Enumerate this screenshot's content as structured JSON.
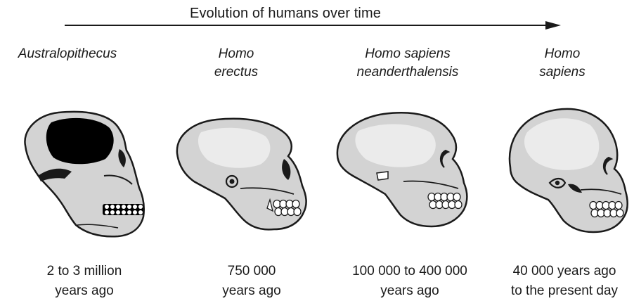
{
  "title": "Evolution of humans over time",
  "colors": {
    "bone": "#d3d3d3",
    "highlight": "#ebebeb",
    "outline": "#1a1a1a",
    "dark": "#000000"
  },
  "stages": [
    {
      "name_lines": [
        "Australopithecus"
      ],
      "era_lines": [
        "2 to 3 million",
        "years ago"
      ]
    },
    {
      "name_lines": [
        "Homo",
        "erectus"
      ],
      "era_lines": [
        "750 000",
        "years ago"
      ]
    },
    {
      "name_lines": [
        "Homo sapiens",
        "neanderthalensis"
      ],
      "era_lines": [
        "100 000 to 400 000",
        "years ago"
      ]
    },
    {
      "name_lines": [
        "Homo",
        "sapiens"
      ],
      "era_lines": [
        "40 000 years ago",
        "to the present day"
      ]
    }
  ]
}
